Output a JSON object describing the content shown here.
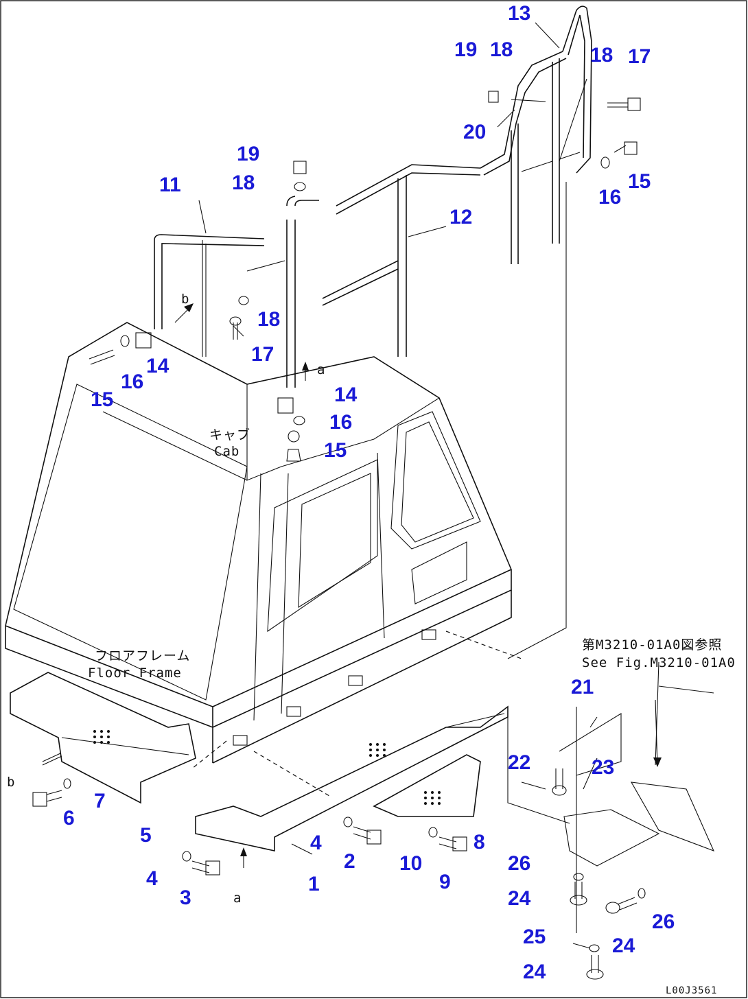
{
  "part_labels": [
    {
      "id": "13",
      "text": "13"
    },
    {
      "id": "19a",
      "text": "19"
    },
    {
      "id": "18a",
      "text": "18"
    },
    {
      "id": "18b",
      "text": "18"
    },
    {
      "id": "17a",
      "text": "17"
    },
    {
      "id": "20",
      "text": "20"
    },
    {
      "id": "19b",
      "text": "19"
    },
    {
      "id": "18c",
      "text": "18"
    },
    {
      "id": "11",
      "text": "11"
    },
    {
      "id": "12",
      "text": "12"
    },
    {
      "id": "16a",
      "text": "16"
    },
    {
      "id": "15a",
      "text": "15"
    },
    {
      "id": "18d",
      "text": "18"
    },
    {
      "id": "17b",
      "text": "17"
    },
    {
      "id": "14a",
      "text": "14"
    },
    {
      "id": "16b",
      "text": "16"
    },
    {
      "id": "15b",
      "text": "15"
    },
    {
      "id": "14b",
      "text": "14"
    },
    {
      "id": "16c",
      "text": "16"
    },
    {
      "id": "15c",
      "text": "15"
    },
    {
      "id": "21",
      "text": "21"
    },
    {
      "id": "22",
      "text": "22"
    },
    {
      "id": "23",
      "text": "23"
    },
    {
      "id": "7",
      "text": "7"
    },
    {
      "id": "6",
      "text": "6"
    },
    {
      "id": "5",
      "text": "5"
    },
    {
      "id": "4a",
      "text": "4"
    },
    {
      "id": "2",
      "text": "2"
    },
    {
      "id": "8",
      "text": "8"
    },
    {
      "id": "10",
      "text": "10"
    },
    {
      "id": "9",
      "text": "9"
    },
    {
      "id": "4b",
      "text": "4"
    },
    {
      "id": "3",
      "text": "3"
    },
    {
      "id": "1",
      "text": "1"
    },
    {
      "id": "26a",
      "text": "26"
    },
    {
      "id": "24a",
      "text": "24"
    },
    {
      "id": "26b",
      "text": "26"
    },
    {
      "id": "25",
      "text": "25"
    },
    {
      "id": "24b",
      "text": "24"
    },
    {
      "id": "24c",
      "text": "24"
    }
  ],
  "annotations": {
    "cab_jp": "キャブ",
    "cab_en": "Cab",
    "floor_frame_jp": "フロアフレーム",
    "floor_frame_en": "Floor Frame",
    "see_fig_jp": "第M3210-01A0図参照",
    "see_fig_en": "See Fig.M3210-01A0",
    "ref_a_1": "a",
    "ref_a_2": "a",
    "ref_b_1": "b",
    "ref_b_2": "b",
    "drawing_code": "L00J3561"
  }
}
